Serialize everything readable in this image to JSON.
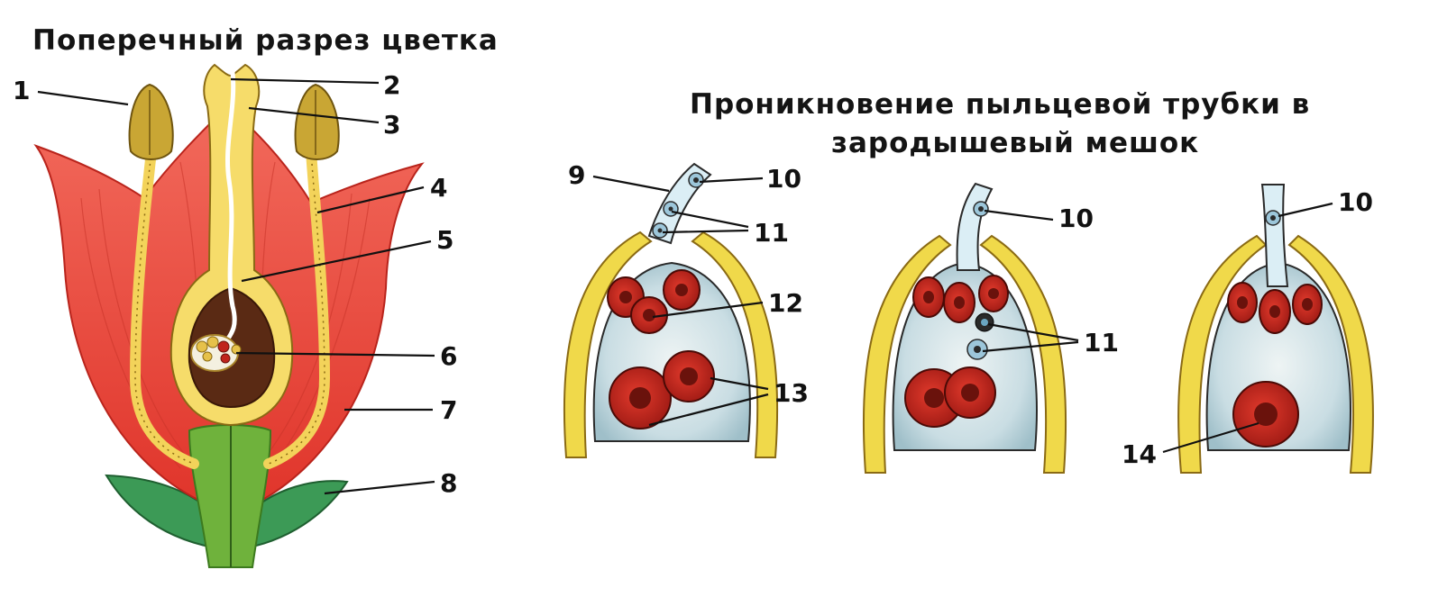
{
  "titles": {
    "flower_section": "Поперечный разрез цветка",
    "pollen_tube_line1": "Проникновение пыльцевой трубки в",
    "pollen_tube_line2": "зародышевый мешок"
  },
  "flower_labels": [
    "1",
    "2",
    "3",
    "4",
    "5",
    "6",
    "7",
    "8"
  ],
  "stage1_labels": [
    "9",
    "10",
    "11",
    "12",
    "13"
  ],
  "stage2_labels": [
    "10",
    "11"
  ],
  "stage3_labels": [
    "10",
    "14"
  ],
  "colors": {
    "petal": "#e8463c",
    "petal_light": "#f27566",
    "stamen": "#f3d35a",
    "anther": "#c9a634",
    "pistil": "#f6dc6a",
    "ovary_cavity": "#5a2a14",
    "receptacle": "#6fb23c",
    "sepal": "#3f9d5a",
    "sac_fill": "#d7e6ea",
    "integument": "#f0d94a",
    "cell": "#c0241c",
    "cell_dark": "#7a1410",
    "tube": "#dbeef5"
  }
}
